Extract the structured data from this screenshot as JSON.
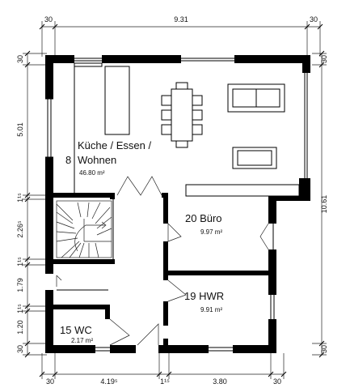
{
  "dimensions": {
    "top": [
      "30",
      "9.31",
      "30"
    ],
    "bottom": [
      "30",
      "4.19⁵",
      "1¹⁵",
      "3.80",
      "30"
    ],
    "left": [
      "30",
      "5.01",
      "1¹⁵",
      "2.26⁵",
      "1¹⁵",
      "1.79",
      "1¹⁵",
      "1.20",
      "30"
    ],
    "right": [
      "30",
      "10.61",
      "30"
    ]
  },
  "rooms": {
    "kitchen": {
      "line1": "Küche / Essen /",
      "number": "8",
      "name": "Wohnen",
      "area": "46.80 m²"
    },
    "office": {
      "label": "20 Büro",
      "area": "9.97 m²"
    },
    "utility": {
      "label": "19 HWR",
      "area": "9.91 m²"
    },
    "wc": {
      "label": "15 WC",
      "area": "2.17 m²"
    }
  }
}
